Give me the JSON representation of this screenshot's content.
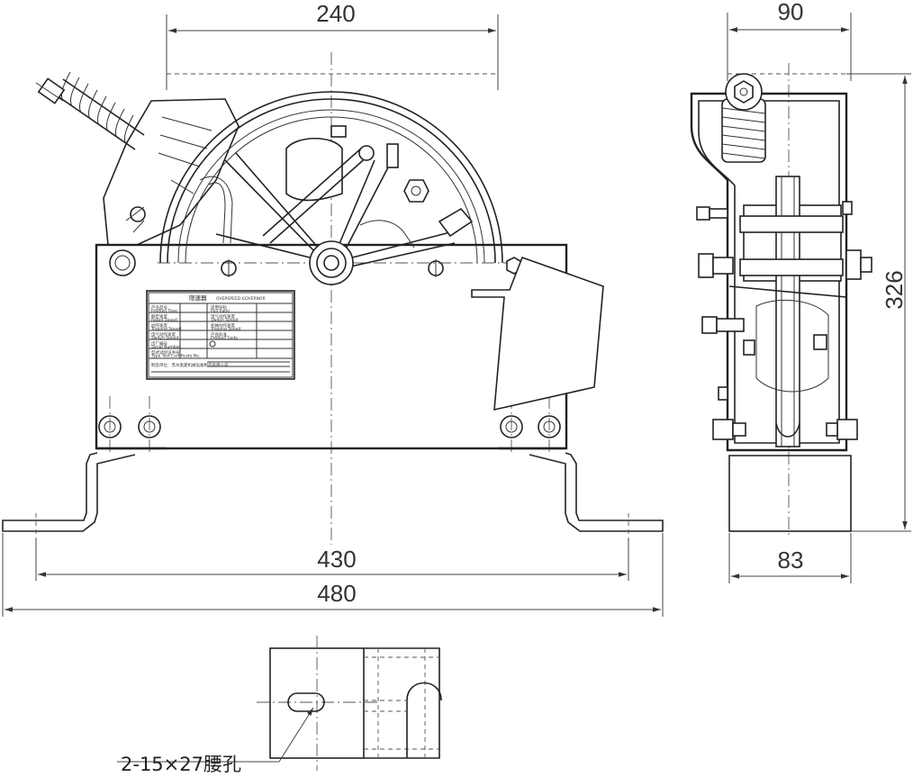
{
  "dimensions": {
    "front_width_top": "240",
    "side_width_top": "90",
    "side_height": "326",
    "base_hole_span": "430",
    "base_total_width": "480",
    "side_bottom_width": "83"
  },
  "nameplate": {
    "title": "限速器",
    "title_en": "OVERSPEED GOVERNOR",
    "rows_left": [
      "产品型号",
      "Product Type",
      "额定速度",
      "Rated Speed",
      "动作速度",
      "Tripping Speed",
      "电气动作速度",
      "Switch Speed",
      "出厂编号",
      "Serial Number",
      "型式试验证书号",
      "Type Test Certificate No."
    ],
    "rows_right": [
      "适用导轨",
      "Pull Ratio",
      "电气动作速度",
      "Switch Speed",
      "机械动作速度",
      "Tripping Speed",
      "产品标准",
      "Product Code"
    ],
    "footer": "制造单位：苏州奥菱机械设备制造有限公司"
  },
  "callout": {
    "label": "2-15×27腰孔"
  }
}
